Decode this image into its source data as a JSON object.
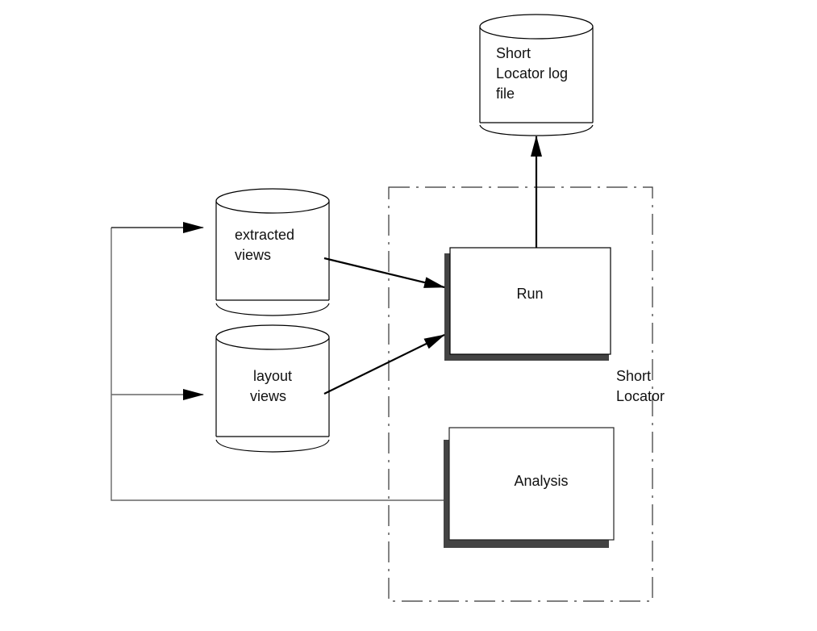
{
  "diagram": {
    "databases": [
      {
        "id": "log-file",
        "lines": [
          "Short",
          "Locator log",
          "file"
        ]
      },
      {
        "id": "extracted-views",
        "lines": [
          "extracted",
          "views"
        ]
      },
      {
        "id": "layout-views",
        "lines": [
          "layout",
          "views"
        ]
      }
    ],
    "processes": [
      {
        "id": "run",
        "label": "Run"
      },
      {
        "id": "analysis",
        "label": "Analysis"
      }
    ],
    "group": {
      "id": "short-locator",
      "lines": [
        "Short",
        "Locator"
      ]
    },
    "edges": [
      {
        "from": "extracted-views",
        "to": "run"
      },
      {
        "from": "layout-views",
        "to": "run"
      },
      {
        "from": "run",
        "to": "log-file"
      },
      {
        "from": "analysis",
        "to": "extracted-views"
      },
      {
        "from": "analysis",
        "to": "layout-views"
      }
    ],
    "colors": {
      "line": "#000000",
      "shadow": "#444444",
      "grey_line": "#777777"
    }
  }
}
